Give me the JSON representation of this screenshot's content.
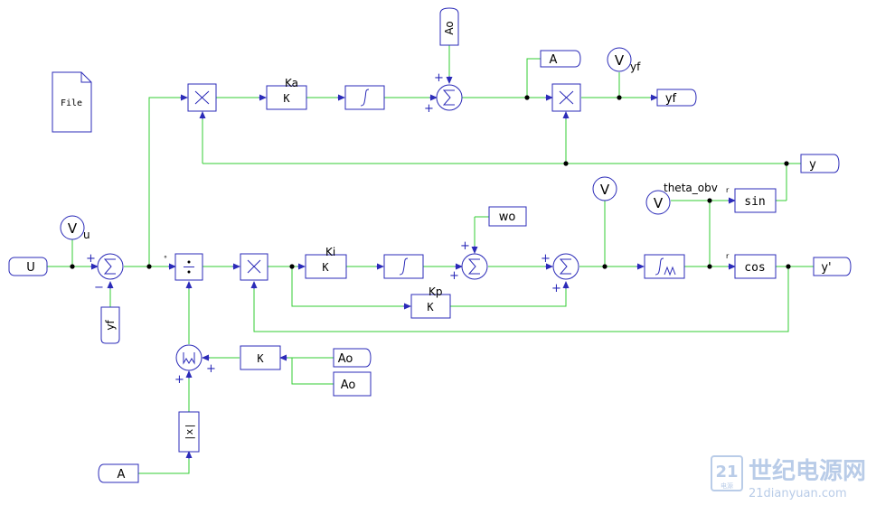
{
  "colors": {
    "wire": "#33cc33",
    "block": "#2b2bb8",
    "arrow": "#2b2bb8",
    "text": "#000000",
    "watermark": "#b9cce8"
  },
  "file_block": {
    "label": "File",
    "icon": "file-icon"
  },
  "tags": {
    "U_in": "U",
    "yf_minus": "yf",
    "A_bottom": "A",
    "Ao_1": "Ao",
    "Ao_2": "Ao",
    "Ao_top": "Ao",
    "wo": "wo",
    "A_top": "A",
    "yf_out": "yf",
    "y_out": "y",
    "yp_out": "y'"
  },
  "probes": {
    "vu": {
      "symbol": "V",
      "label": "u"
    },
    "vyf": {
      "symbol": "V",
      "label": "yf"
    },
    "v_mid": {
      "symbol": "V",
      "label": ""
    },
    "v_theta": {
      "symbol": "V",
      "label": "theta_obv"
    }
  },
  "blocks": {
    "k_a": {
      "text": "K",
      "label": "Ka"
    },
    "k_i": {
      "text": "K",
      "label": "Ki"
    },
    "k_p": {
      "text": "K",
      "label": "Kp"
    },
    "k_bottom": {
      "text": "K",
      "label": ""
    },
    "sin": {
      "text": "sin"
    },
    "cos": {
      "text": "cos"
    },
    "abs": {
      "text": "|x|"
    }
  },
  "signs": {
    "plus": "+",
    "minus": "−",
    "degree": "°",
    "r": "r"
  },
  "watermark": {
    "logo": "21",
    "logo_sub": "电源",
    "title": "世纪电源网",
    "url": "21dianyuan.com"
  }
}
